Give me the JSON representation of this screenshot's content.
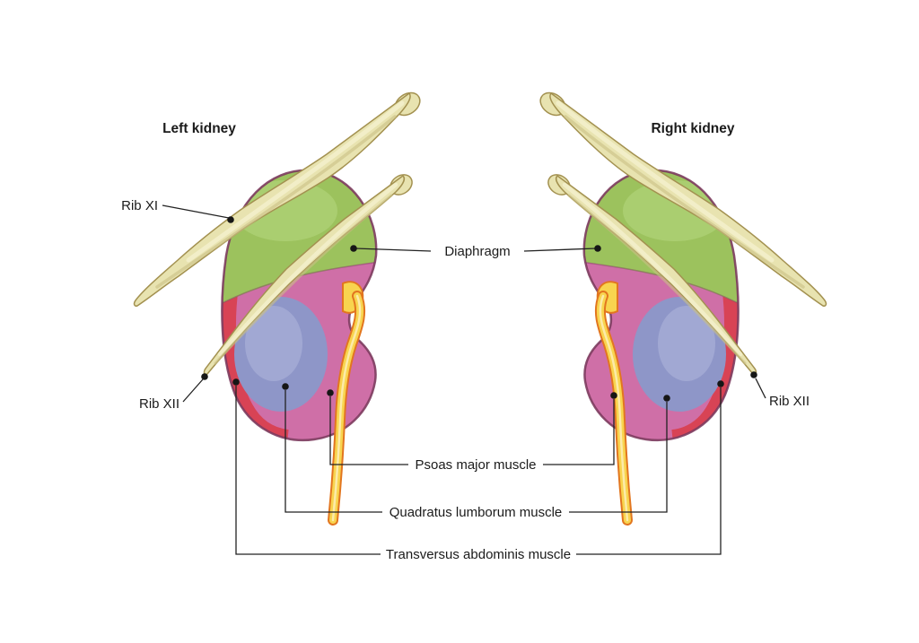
{
  "figure": {
    "titles": {
      "left": "Left kidney",
      "right": "Right kidney"
    },
    "labels": {
      "rib_xi": "Rib XI",
      "rib_xii_left": "Rib XII",
      "rib_xii_right": "Rib XII",
      "diaphragm": "Diaphragm",
      "psoas": "Psoas major muscle",
      "quadratus": "Quadratus lumborum muscle",
      "transversus": "Transversus abdominis muscle"
    },
    "colors": {
      "diaphragm_green": "#9cc25d",
      "psoas_pink": "#cf6fa7",
      "quadratus_blue": "#8e96c8",
      "transversus_red": "#d84355",
      "bone_cream": "#e8e3b0",
      "ureter_yellow": "#f8d44f",
      "ureter_orange": "#e2761f",
      "kidney_outline": "#7c3b5e"
    }
  }
}
